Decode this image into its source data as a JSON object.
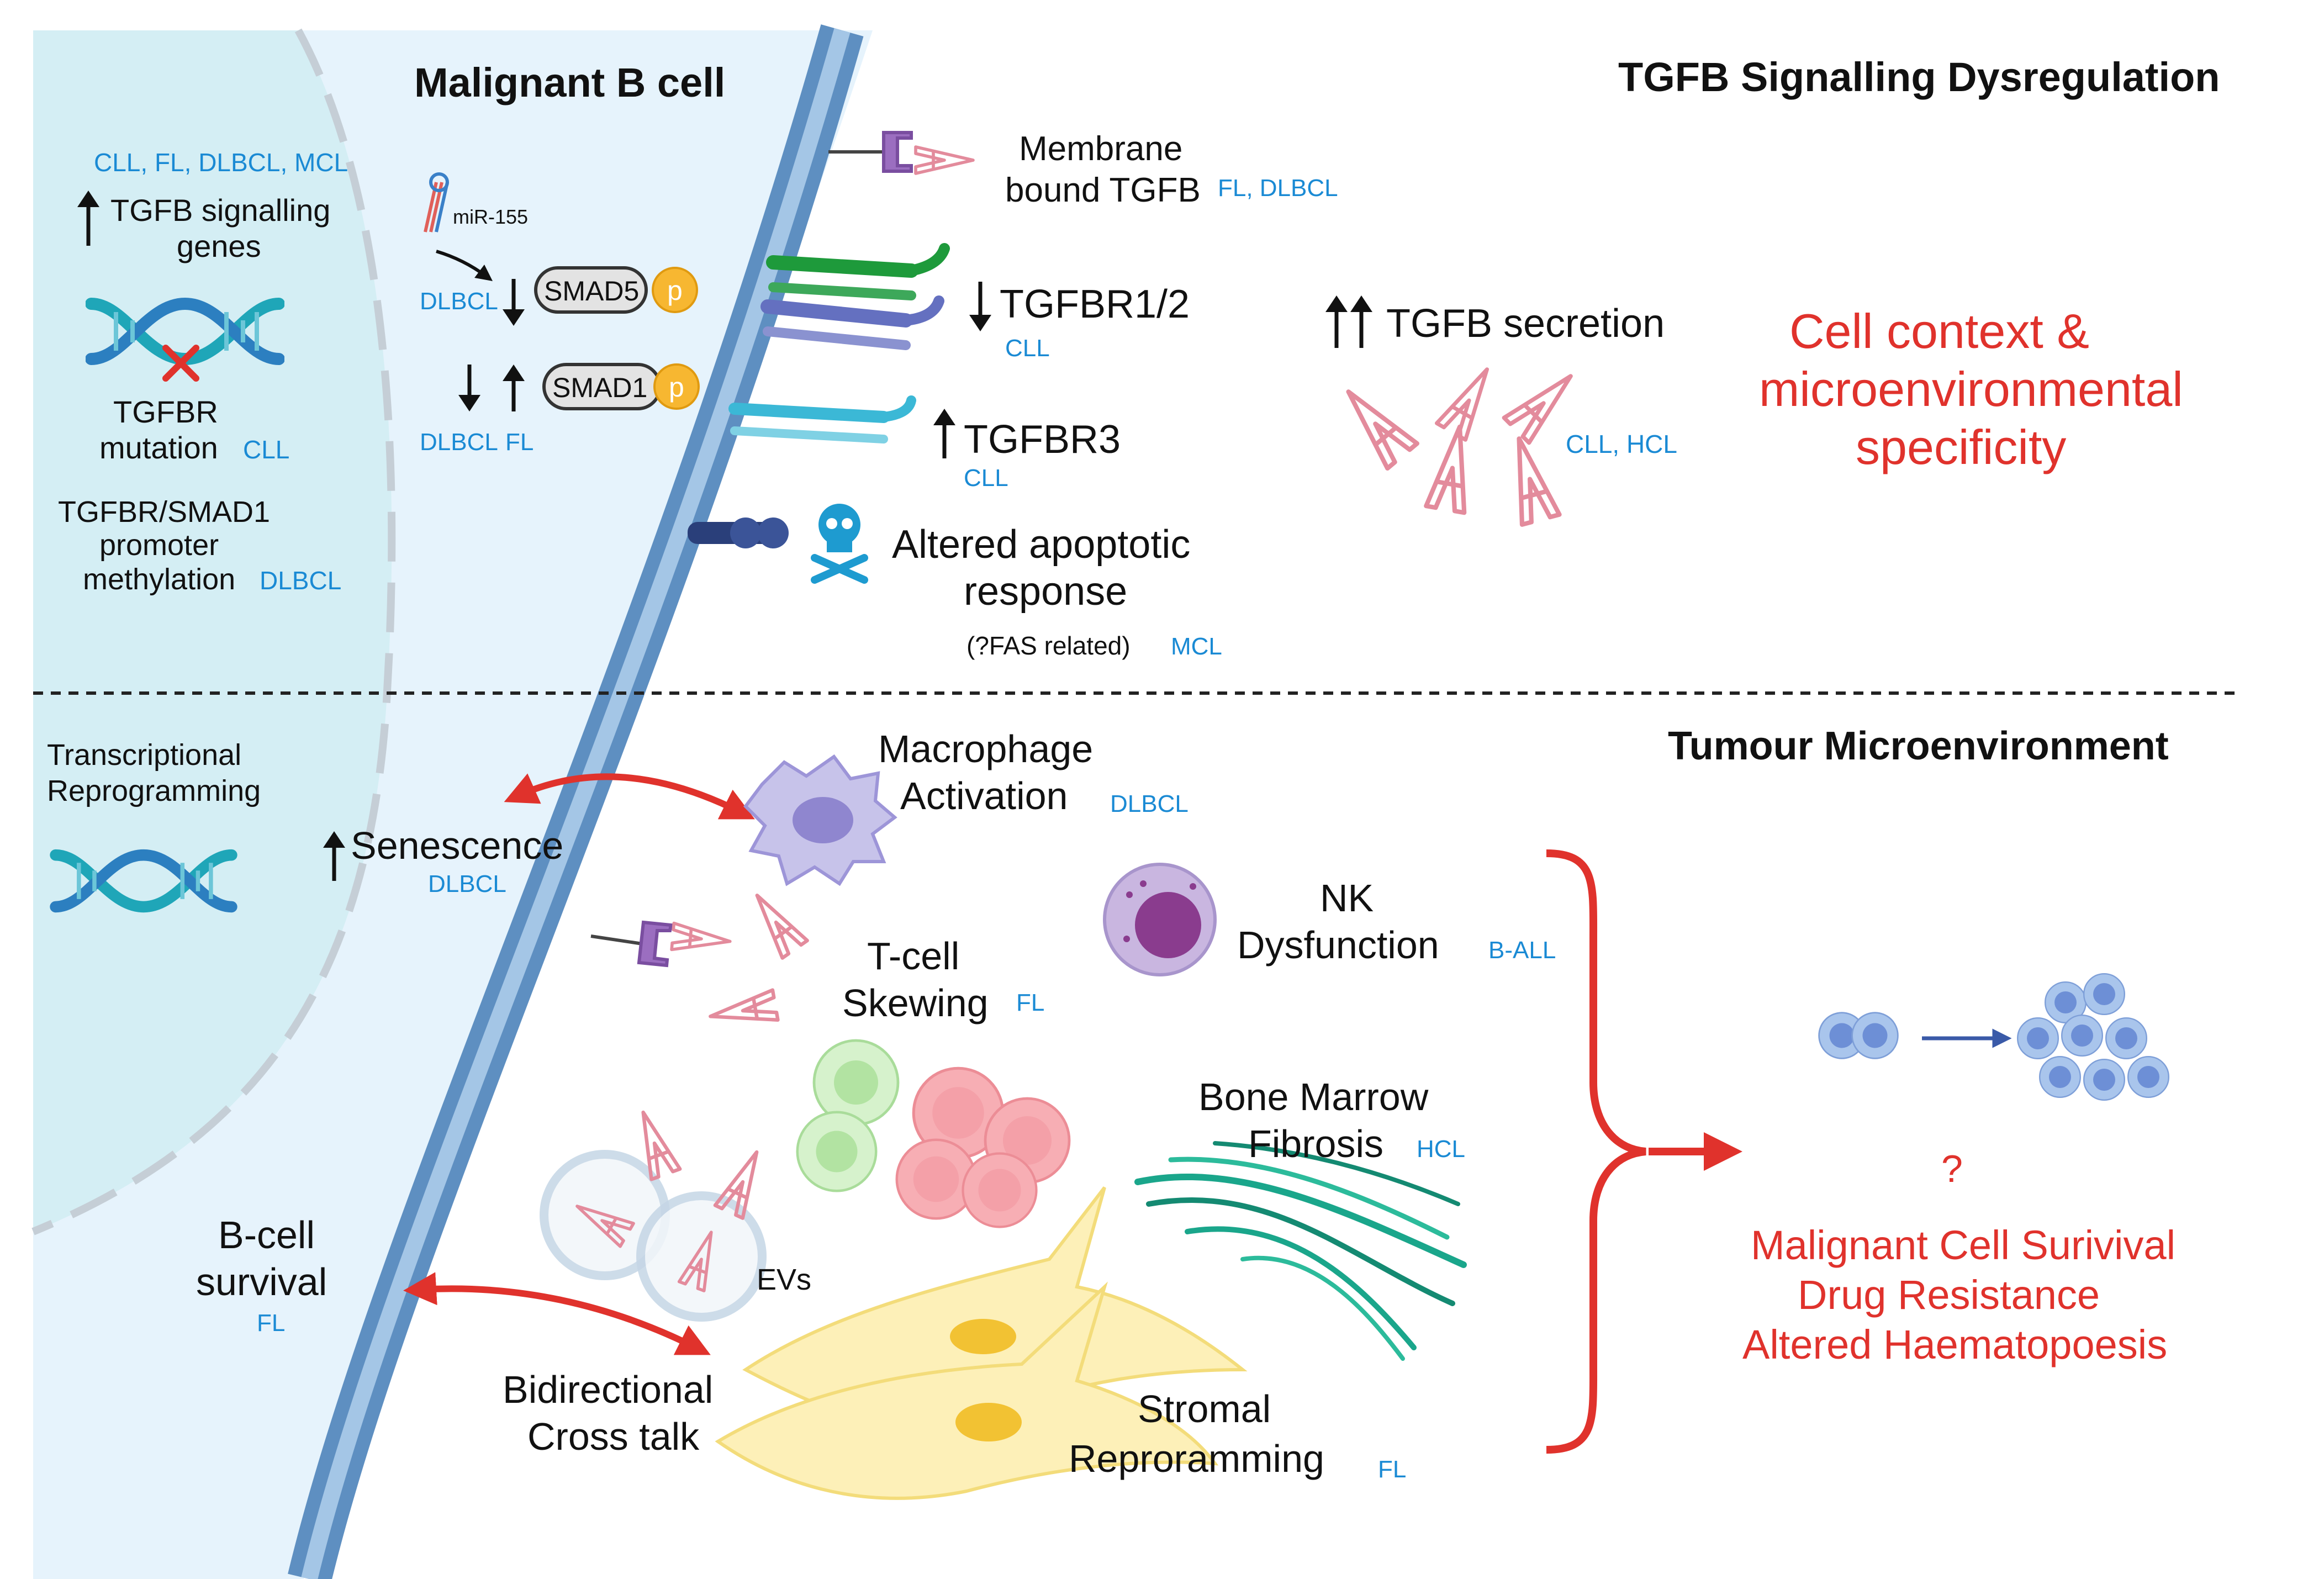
{
  "titles": {
    "malignant_b_cell": "Malignant B cell",
    "tgfb_dysregulation": "TGFB Signalling Dysregulation",
    "tumour_microenvironment": "Tumour Microenvironment"
  },
  "nucleus_top": {
    "diseases_top": "CLL, FL, DLBCL, MCL",
    "tgfb_signalling_line1": "TGFB signalling",
    "tgfb_signalling_line2": "genes",
    "tgfbr_line1": "TGFBR",
    "tgfbr_line2": "mutation",
    "tgfbr_tag": "CLL",
    "promoter_line1": "TGFBR/SMAD1",
    "promoter_line2": "promoter",
    "promoter_line3": "methylation",
    "promoter_tag": "DLBCL"
  },
  "cytoplasm_top": {
    "mirna": "miR-155",
    "smad5": "SMAD5",
    "smad5_tag": "DLBCL",
    "smad1": "SMAD1",
    "smad1_tag_a": "DLBCL",
    "smad1_tag_b": "FL",
    "phospho": "p"
  },
  "membrane_top": {
    "membrane_tgfb_line1": "Membrane",
    "membrane_tgfb_line2": "bound TGFB",
    "membrane_tgfb_tag": "FL, DLBCL",
    "tgfbr12": "TGFBR1/2",
    "tgfbr12_tag": "CLL",
    "tgfbr3": "TGFBR3",
    "tgfbr3_tag": "CLL",
    "apoptotic_line1": "Altered apoptotic",
    "apoptotic_line2": "response",
    "apoptotic_note": "(?FAS related)",
    "apoptotic_tag": "MCL"
  },
  "secretion": {
    "label": "TGFB secretion",
    "tag": "CLL,  HCL"
  },
  "context": {
    "line1": "Cell context &",
    "line2": "microenvironmental",
    "line3": "specificity"
  },
  "bottom_left": {
    "transcriptional_line1": "Transcriptional",
    "transcriptional_line2": "Reprogramming",
    "senescence": "Senescence",
    "senescence_tag": "DLBCL",
    "bcell_line1": "B-cell",
    "bcell_line2": "survival",
    "bcell_tag": "FL"
  },
  "microenv": {
    "macrophage_line1": "Macrophage",
    "macrophage_line2": "Activation",
    "macrophage_tag": "DLBCL",
    "nk_line1": "NK",
    "nk_line2": "Dysfunction",
    "nk_tag": "B-ALL",
    "tcell_line1": "T-cell",
    "tcell_line2": "Skewing",
    "tcell_tag": "FL",
    "bone_line1": "Bone Marrow",
    "bone_line2": "Fibrosis",
    "bone_tag": "HCL",
    "evs": "EVs",
    "bidir_line1": "Bidirectional",
    "bidir_line2": "Cross talk",
    "stromal_line1": "Stromal",
    "stromal_line2": "Reproramming",
    "stromal_tag": "FL"
  },
  "outcome": {
    "question": "?",
    "line1": "Malignant Cell Surivival",
    "line2": "Drug Resistance",
    "line3": "Altered Haematopoesis"
  },
  "colors": {
    "cytoplasm": "#e6f3fc",
    "nucleus": "#d4eef4",
    "membrane": "#6e9ec8",
    "disease_tag": "#1a8ad4",
    "accent_red": "#e0322c",
    "tgfb_ligand": "#e38b9c"
  }
}
